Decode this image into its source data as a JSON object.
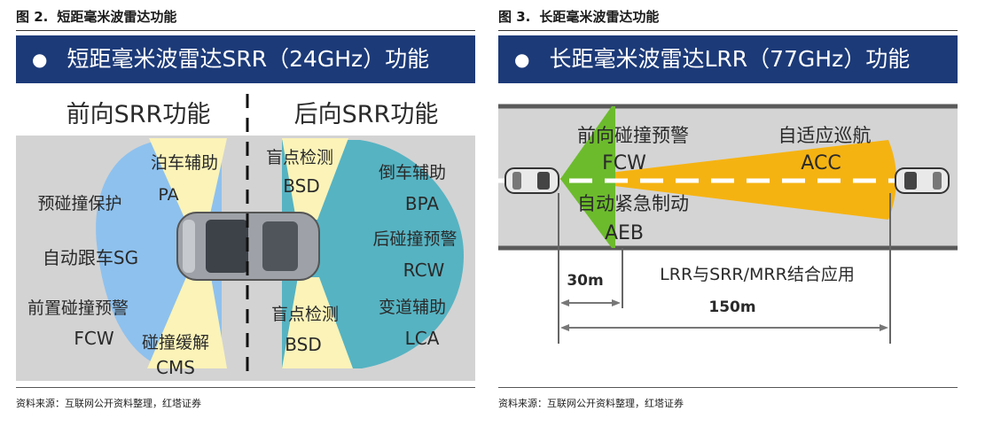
{
  "left": {
    "figure_number": "图 2.",
    "figure_title": "短距毫米波雷达功能",
    "banner": "短距毫米波雷达SRR（24GHz）功能",
    "front_heading": "前向SRR功能",
    "rear_heading": "后向SRR功能",
    "labels": {
      "pa": "泊车辅助",
      "pa_abbr": "PA",
      "pre_collision": "预碰撞保护",
      "sg": "自动跟车SG",
      "fcw": "前置碰撞预警",
      "fcw_abbr": "FCW",
      "cms": "碰撞缓解",
      "cms_abbr": "CMS",
      "bsd_top": "盲点检测",
      "bsd_top_abbr": "BSD",
      "bsd_bottom": "盲点检测",
      "bsd_bottom_abbr": "BSD",
      "bpa": "倒车辅助",
      "bpa_abbr": "BPA",
      "rcw": "后碰撞预警",
      "rcw_abbr": "RCW",
      "lca": "变道辅助",
      "lca_abbr": "LCA"
    },
    "source": "资料来源：互联网公开资料整理，红塔证券"
  },
  "right": {
    "figure_number": "图 3.",
    "figure_title": "长距毫米波雷达功能",
    "banner": "长距毫米波雷达LRR（77GHz）功能",
    "labels": {
      "fcw": "前向碰撞预警",
      "fcw_abbr": "FCW",
      "acc": "自适应巡航",
      "acc_abbr": "ACC",
      "aeb": "自动紧急制动",
      "aeb_abbr": "AEB",
      "lrr_srr": "LRR与SRR/MRR结合应用",
      "d30": "30m",
      "d150": "150m"
    },
    "source": "资料来源：互联网公开资料整理，红塔证券"
  },
  "colors": {
    "banner": "#1c3a78",
    "front_zone": "#8ec1ee",
    "rear_zone": "#56b3c2",
    "sensor_beam": "#fbf3b8",
    "acc_beam": "#f5b312",
    "aeb_beam": "#6cbb2d",
    "road": "#d4d4d4",
    "road_edge": "#5a5a5a"
  }
}
